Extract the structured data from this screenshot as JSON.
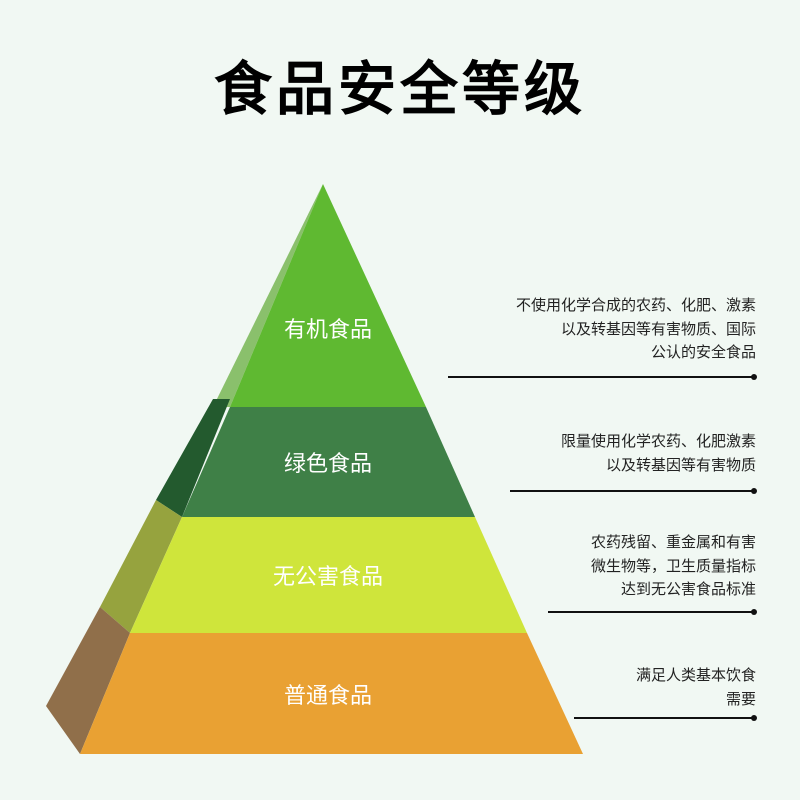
{
  "title": "食品安全等级",
  "colors": {
    "background": "#f1f8f3",
    "organic": "#5fb931",
    "green": "#3f8047",
    "pollution_free": "#cfe53b",
    "ordinary": "#e9a133"
  },
  "tiers": [
    {
      "label": "有机食品",
      "description": [
        "不使用化学合成的农药、化肥、激素",
        "以及转基因等有害物质、国际",
        "公认的安全食品"
      ]
    },
    {
      "label": "绿色食品",
      "description": [
        "限量使用化学农药、化肥激素",
        "以及转基因等有害物质"
      ]
    },
    {
      "label": "无公害食品",
      "description": [
        "农药残留、重金属和有害",
        "微生物等，卫生质量指标",
        "达到无公害食品标准"
      ]
    },
    {
      "label": "普通食品",
      "description": [
        "满足人类基本饮食",
        "需要"
      ]
    }
  ]
}
